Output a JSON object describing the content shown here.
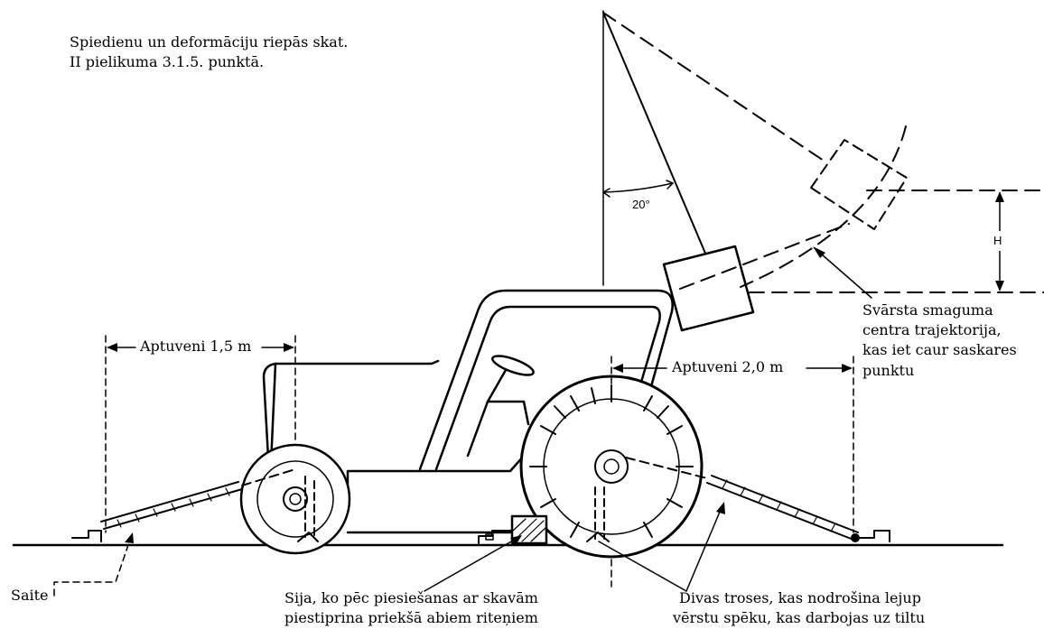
{
  "note": {
    "line1": "Spiedienu un deformāciju riepās skat.",
    "line2": "II pielikuma 3.1.5. punktā."
  },
  "angle_label": "20°",
  "height_label": "H",
  "trajectory_label": {
    "line1": "Svārsta smaguma",
    "line2": "centra trajektorija,",
    "line3": "kas iet caur saskares",
    "line4": "punktu"
  },
  "distance_front": "Aptuveni 1,5 m",
  "distance_rear": "Aptuveni 2,0 m",
  "rope_label": "Saite",
  "beam_label": {
    "line1": "Sija, ko pēc piesiešanas ar skavām",
    "line2": "piestiprina priekšā abiem riteņiem"
  },
  "cables_label": {
    "line1": "Divas troses, kas nodrošina lejup",
    "line2": "vērstu spēku, kas darbojas uz tiltu"
  }
}
